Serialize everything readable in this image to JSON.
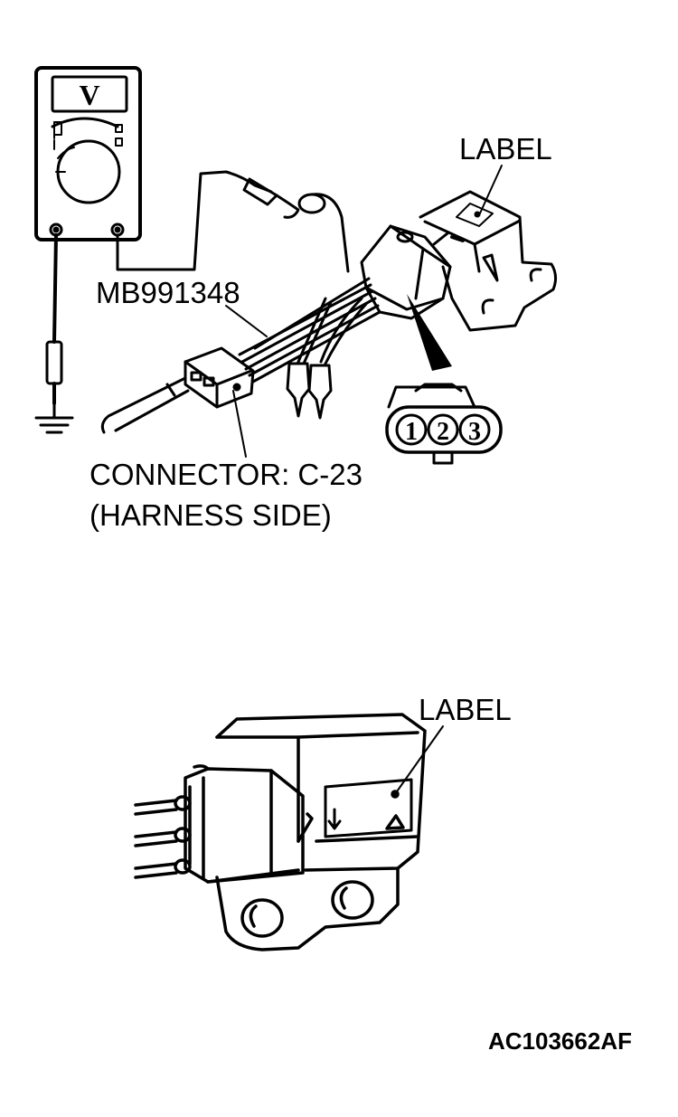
{
  "figure": {
    "top": {
      "meter_symbol": "V",
      "label_text": "LABEL",
      "tool_label": "MB991348",
      "connector_label_line1": "CONNECTOR: C-23",
      "connector_label_line2": "(HARNESS SIDE)",
      "pin_numbers": [
        "1",
        "2",
        "3"
      ]
    },
    "bottom": {
      "label_text": "LABEL"
    },
    "figure_code": "AC103662AF"
  }
}
